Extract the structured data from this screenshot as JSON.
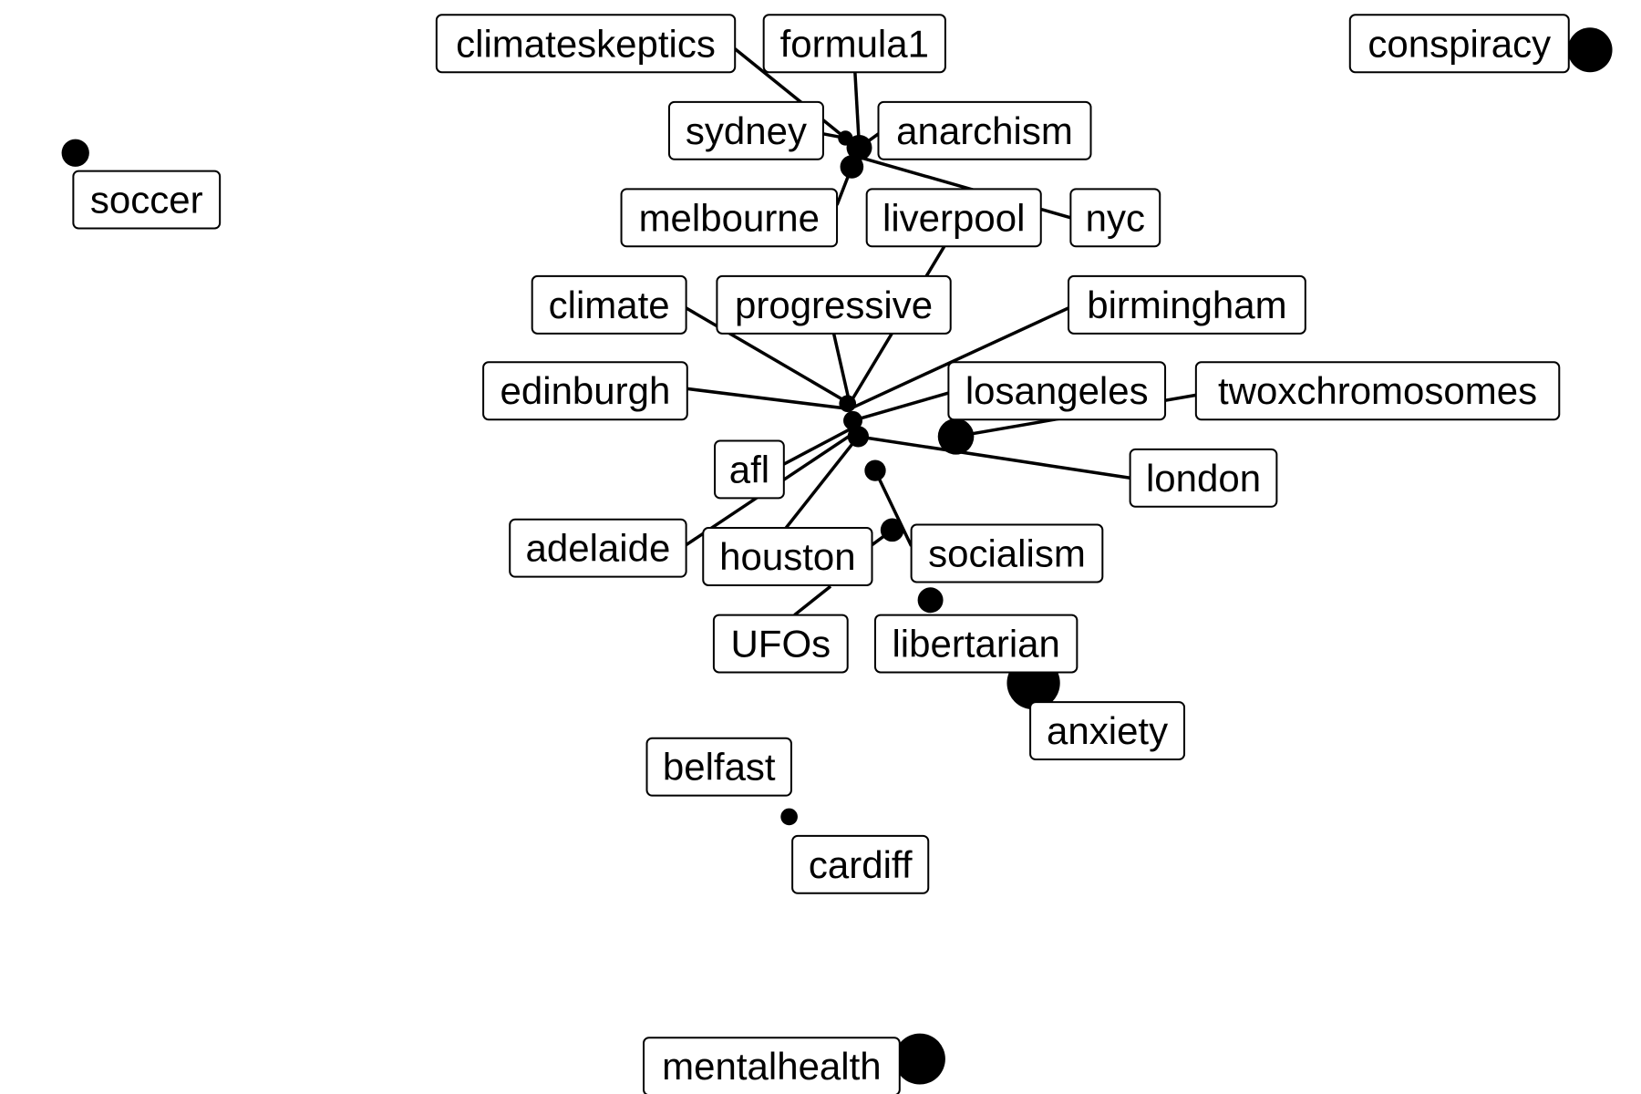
{
  "graph": {
    "nodes": [
      {
        "id": "soccer",
        "label": "soccer"
      },
      {
        "id": "climateskeptics",
        "label": "climateskeptics"
      },
      {
        "id": "formula1",
        "label": "formula1"
      },
      {
        "id": "conspiracy",
        "label": "conspiracy"
      },
      {
        "id": "sydney",
        "label": "sydney"
      },
      {
        "id": "anarchism",
        "label": "anarchism"
      },
      {
        "id": "melbourne",
        "label": "melbourne"
      },
      {
        "id": "liverpool",
        "label": "liverpool"
      },
      {
        "id": "nyc",
        "label": "nyc"
      },
      {
        "id": "climate",
        "label": "climate"
      },
      {
        "id": "progressive",
        "label": "progressive"
      },
      {
        "id": "birmingham",
        "label": "birmingham"
      },
      {
        "id": "edinburgh",
        "label": "edinburgh"
      },
      {
        "id": "losangeles",
        "label": "losangeles"
      },
      {
        "id": "twoxchromosomes",
        "label": "twoxchromosomes"
      },
      {
        "id": "afl",
        "label": "afl"
      },
      {
        "id": "london",
        "label": "london"
      },
      {
        "id": "adelaide",
        "label": "adelaide"
      },
      {
        "id": "houston",
        "label": "houston"
      },
      {
        "id": "socialism",
        "label": "socialism"
      },
      {
        "id": "ufos",
        "label": "UFOs"
      },
      {
        "id": "libertarian",
        "label": "libertarian"
      },
      {
        "id": "anxiety",
        "label": "anxiety"
      },
      {
        "id": "belfast",
        "label": "belfast"
      },
      {
        "id": "cardiff",
        "label": "cardiff"
      },
      {
        "id": "mentalhealth",
        "label": "mentalhealth"
      }
    ]
  }
}
